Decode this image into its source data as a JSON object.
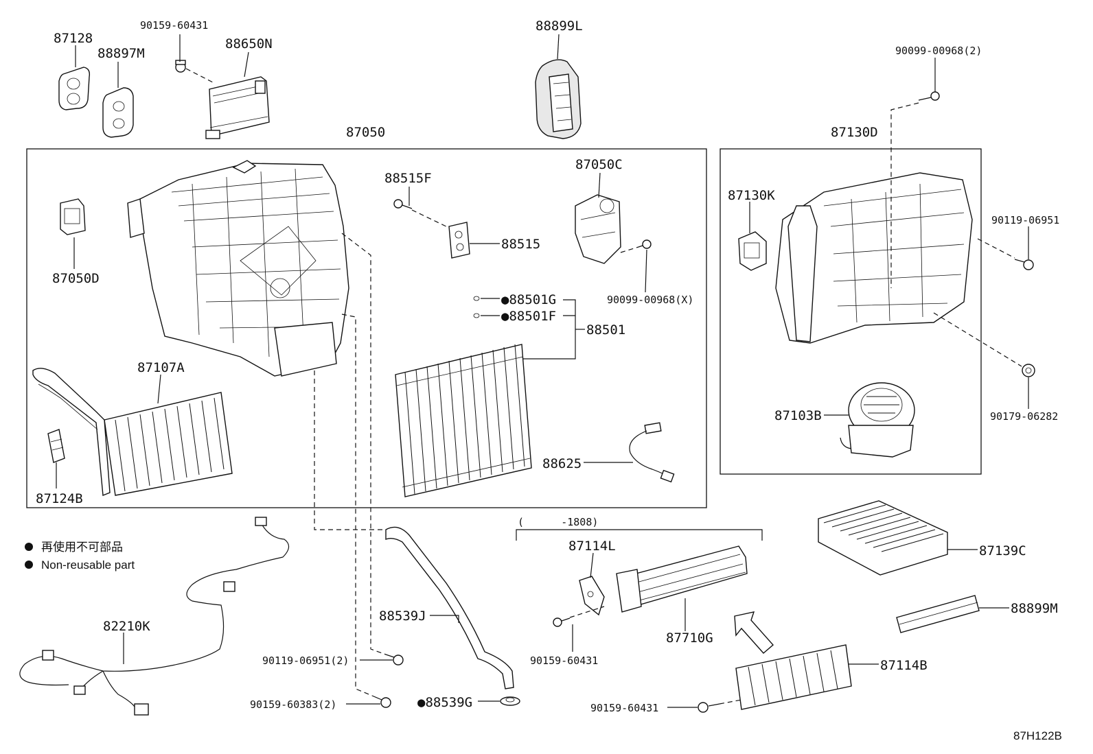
{
  "labels": {
    "p87128": "87128",
    "p88897M": "88897M",
    "p90159_60431_top": "90159-60431",
    "p88650N": "88650N",
    "p88899L": "88899L",
    "p90099_00968_2": "90099-00968(2)",
    "p87050": "87050",
    "p87130D": "87130D",
    "p87050C": "87050C",
    "p88515F": "88515F",
    "p88515": "88515",
    "p87050D": "87050D",
    "p90099_00968_X": "90099-00968(X)",
    "p88501G": "●88501G",
    "p88501F": "●88501F",
    "p88501": "88501",
    "p87107A": "87107A",
    "p87124B": "87124B",
    "p88625": "88625",
    "p87130K": "87130K",
    "p90119_06951_r": "90119-06951",
    "p90179_06282": "90179-06282",
    "p87103B": "87103B",
    "p1808": "(      -1808)",
    "p87114L": "87114L",
    "p87139C": "87139C",
    "p88899M": "88899M",
    "p88539J": "88539J",
    "p82210K": "82210K",
    "p90119_06951_2": "90119-06951(2)",
    "p90159_60431_mid": "90159-60431",
    "p87710G": "87710G",
    "p87114B": "87114B",
    "p90159_60383_2": "90159-60383(2)",
    "p88539G": "●88539G",
    "p90159_60431_bot": "90159-60431",
    "code": "87H122B"
  },
  "legend": {
    "ja": "再使用不可部品",
    "en": "Non-reusable part"
  }
}
